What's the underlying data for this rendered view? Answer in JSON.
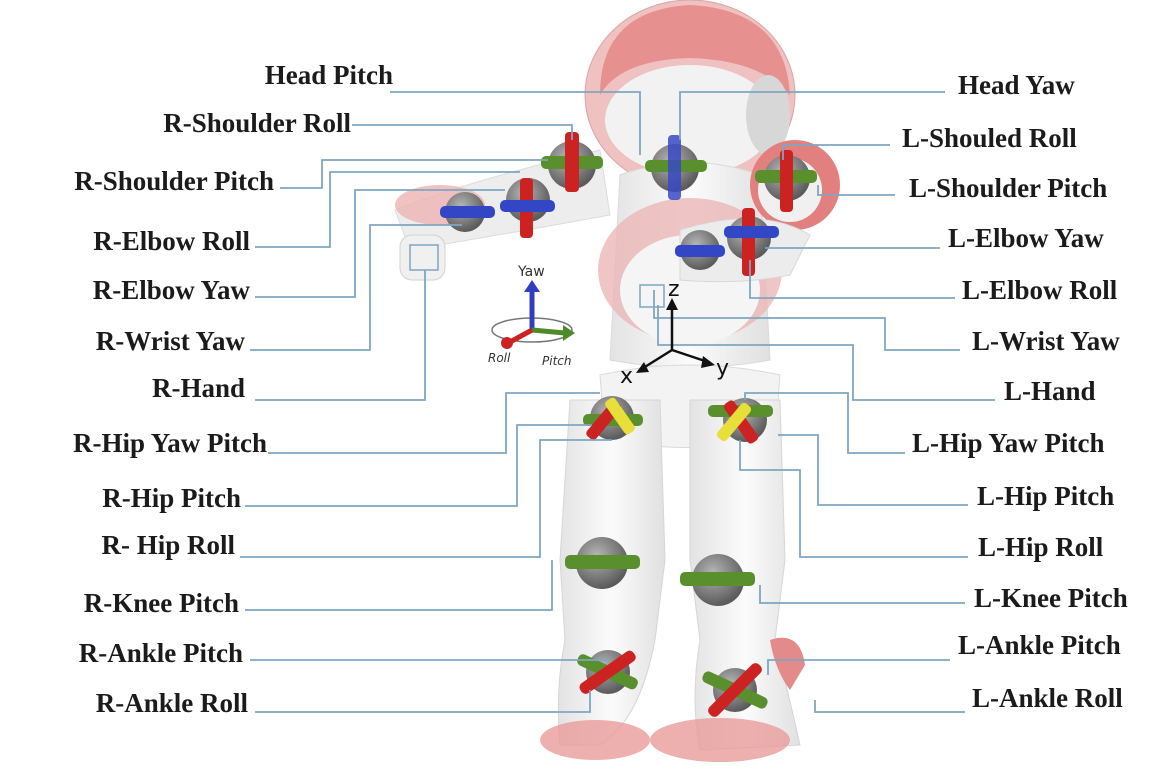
{
  "figure": {
    "left_labels": [
      "Head Pitch",
      "R-Shoulder Roll",
      "R-Shoulder Pitch",
      "R-Elbow Roll",
      "R-Elbow Yaw",
      "R-Wrist Yaw",
      "R-Hand",
      "R-Hip Yaw Pitch",
      "R-Hip Pitch",
      "R- Hip Roll",
      "R-Knee Pitch",
      "R-Ankle Pitch",
      "R-Ankle Roll"
    ],
    "right_labels": [
      "Head Yaw",
      "L-Shouled Roll",
      "L-Shoulder Pitch",
      "L-Elbow Yaw",
      "L-Elbow Roll",
      "L-Wrist Yaw",
      "L-Hand",
      "L-Hip Yaw Pitch",
      "L-Hip Pitch",
      "L-Hip Roll",
      "L-Knee Pitch",
      "L-Ankle Pitch",
      "L-Ankle Roll"
    ],
    "axis_legend": {
      "yaw": "Yaw",
      "roll": "Roll",
      "pitch": "Pitch"
    },
    "coordinate_frame": {
      "x": "x",
      "y": "y",
      "z": "z"
    },
    "colors": {
      "robot_body": "#f4f4f4",
      "robot_accent": "#e06a6a",
      "leader_line": "#7fa6c2",
      "yaw_axis": "#2f3fbf",
      "roll_axis": "#cc2222",
      "pitch_axis": "#4f8a2a",
      "hip_yaw_pitch_axis": "#e8df3a"
    }
  }
}
